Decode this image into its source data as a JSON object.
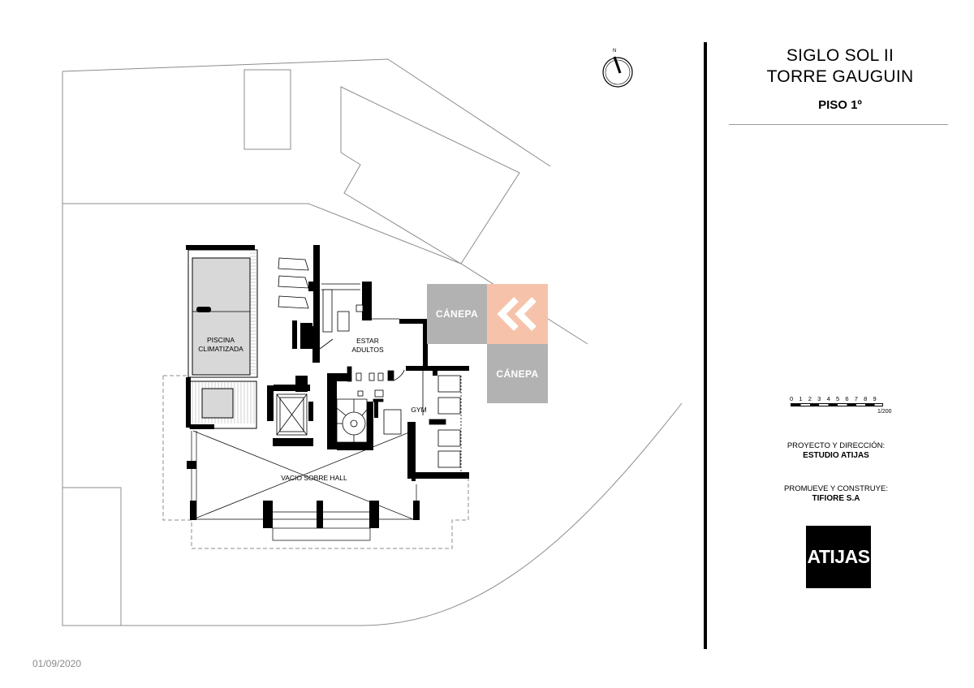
{
  "project": {
    "name": "SIGLO SOL II",
    "tower": "TORRE GAUGUIN",
    "floor": "PISO 1º"
  },
  "rooms": {
    "pool_line1": "PISCINA",
    "pool_line2": "CLIMATIZADA",
    "estar_line1": "ESTAR",
    "estar_line2": "ADULTOS",
    "gym": "GYM",
    "vacio": "VACIO SOBRE HALL"
  },
  "compass_label": "N",
  "scale": {
    "ticks": [
      "0",
      "1",
      "2",
      "3",
      "4",
      "5",
      "6",
      "7",
      "8",
      "9"
    ],
    "ratio": "1/200"
  },
  "credits": {
    "project_label": "PROYECTO Y DIRECCIÓN:",
    "project_value": "ESTUDIO ATIJAS",
    "promoter_label": "PROMUEVE Y CONSTRUYE:",
    "promoter_value": "TIFIORE S.A"
  },
  "logo_text": "ATIJAS",
  "watermark": {
    "text": "CÁNEPA",
    "gray": "#b2b2b3",
    "orange": "#f6c3aa"
  },
  "date": "01/09/2020"
}
